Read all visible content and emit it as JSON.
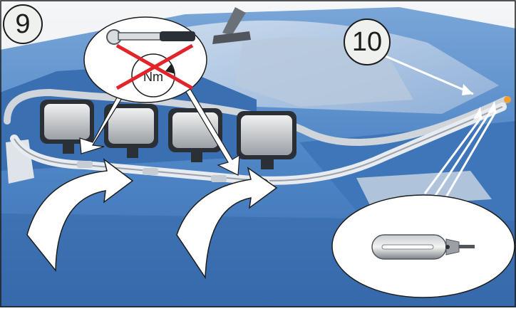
{
  "steps": {
    "first": "9",
    "second": "10"
  },
  "torque_symbol_text": "Nm",
  "colors": {
    "cab_blue": "#4f86c6",
    "cab_blue_dark": "#2f5f9e",
    "bar_chrome": "#e8ecf0",
    "arrow_fill": "#ffffff",
    "prohibit_red": "#e2232a",
    "frame": "#1d1d1b"
  }
}
